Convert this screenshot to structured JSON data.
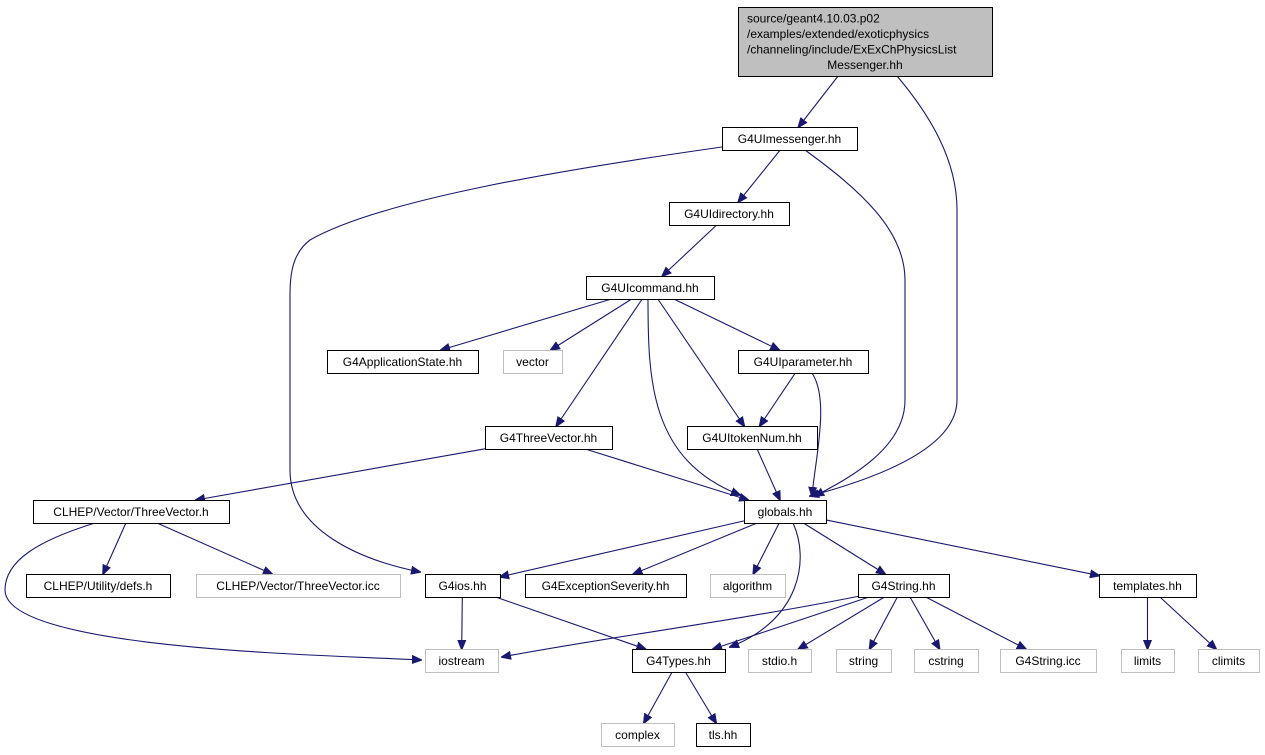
{
  "colors": {
    "edge": "#191970",
    "root_fill": "#bfbfbf",
    "node_border": "#000000",
    "system_border": "#bfbfbf"
  },
  "nodes": [
    {
      "id": "root",
      "lines": [
        "source/geant4.10.03.p02",
        "/examples/extended/exoticphysics",
        "/channeling/include/ExExChPhysicsList",
        "Messenger.hh"
      ],
      "kind": "root"
    },
    {
      "id": "uimessenger",
      "lines": [
        "G4UImessenger.hh"
      ],
      "kind": "file"
    },
    {
      "id": "uidirectory",
      "lines": [
        "G4UIdirectory.hh"
      ],
      "kind": "file"
    },
    {
      "id": "uicommand",
      "lines": [
        "G4UIcommand.hh"
      ],
      "kind": "file"
    },
    {
      "id": "appstate",
      "lines": [
        "G4ApplicationState.hh"
      ],
      "kind": "file"
    },
    {
      "id": "vector",
      "lines": [
        "vector"
      ],
      "kind": "system"
    },
    {
      "id": "uiparameter",
      "lines": [
        "G4UIparameter.hh"
      ],
      "kind": "file"
    },
    {
      "id": "threevector",
      "lines": [
        "G4ThreeVector.hh"
      ],
      "kind": "file"
    },
    {
      "id": "uitokennum",
      "lines": [
        "G4UItokenNum.hh"
      ],
      "kind": "file"
    },
    {
      "id": "clhep_tv",
      "lines": [
        "CLHEP/Vector/ThreeVector.h"
      ],
      "kind": "file"
    },
    {
      "id": "globals",
      "lines": [
        "globals.hh"
      ],
      "kind": "file"
    },
    {
      "id": "clhep_defs",
      "lines": [
        "CLHEP/Utility/defs.h"
      ],
      "kind": "file"
    },
    {
      "id": "clhep_icc",
      "lines": [
        "CLHEP/Vector/ThreeVector.icc"
      ],
      "kind": "system"
    },
    {
      "id": "g4ios",
      "lines": [
        "G4ios.hh"
      ],
      "kind": "file"
    },
    {
      "id": "exsev",
      "lines": [
        "G4ExceptionSeverity.hh"
      ],
      "kind": "file"
    },
    {
      "id": "algorithm",
      "lines": [
        "algorithm"
      ],
      "kind": "system"
    },
    {
      "id": "g4string",
      "lines": [
        "G4String.hh"
      ],
      "kind": "file"
    },
    {
      "id": "templates",
      "lines": [
        "templates.hh"
      ],
      "kind": "file"
    },
    {
      "id": "iostream",
      "lines": [
        "iostream"
      ],
      "kind": "system"
    },
    {
      "id": "g4types",
      "lines": [
        "G4Types.hh"
      ],
      "kind": "file"
    },
    {
      "id": "stdio",
      "lines": [
        "stdio.h"
      ],
      "kind": "system"
    },
    {
      "id": "string",
      "lines": [
        "string"
      ],
      "kind": "system"
    },
    {
      "id": "cstring",
      "lines": [
        "cstring"
      ],
      "kind": "system"
    },
    {
      "id": "stringicc",
      "lines": [
        "G4String.icc"
      ],
      "kind": "system"
    },
    {
      "id": "limits",
      "lines": [
        "limits"
      ],
      "kind": "system"
    },
    {
      "id": "climits",
      "lines": [
        "climits"
      ],
      "kind": "system"
    },
    {
      "id": "complex",
      "lines": [
        "complex"
      ],
      "kind": "system"
    },
    {
      "id": "tls",
      "lines": [
        "tls.hh"
      ],
      "kind": "file"
    }
  ],
  "edges": [
    {
      "from": "root",
      "to": "uimessenger"
    },
    {
      "from": "root",
      "to": "globals"
    },
    {
      "from": "uimessenger",
      "to": "uidirectory"
    },
    {
      "from": "uimessenger",
      "to": "globals"
    },
    {
      "from": "uimessenger",
      "to": "g4ios"
    },
    {
      "from": "uidirectory",
      "to": "uicommand"
    },
    {
      "from": "uicommand",
      "to": "appstate"
    },
    {
      "from": "uicommand",
      "to": "vector"
    },
    {
      "from": "uicommand",
      "to": "uiparameter"
    },
    {
      "from": "uicommand",
      "to": "threevector"
    },
    {
      "from": "uicommand",
      "to": "uitokennum"
    },
    {
      "from": "uicommand",
      "to": "globals"
    },
    {
      "from": "uiparameter",
      "to": "uitokennum"
    },
    {
      "from": "uiparameter",
      "to": "globals"
    },
    {
      "from": "threevector",
      "to": "clhep_tv"
    },
    {
      "from": "threevector",
      "to": "globals"
    },
    {
      "from": "uitokennum",
      "to": "globals"
    },
    {
      "from": "clhep_tv",
      "to": "clhep_defs"
    },
    {
      "from": "clhep_tv",
      "to": "clhep_icc"
    },
    {
      "from": "clhep_tv",
      "to": "iostream"
    },
    {
      "from": "globals",
      "to": "g4ios"
    },
    {
      "from": "globals",
      "to": "exsev"
    },
    {
      "from": "globals",
      "to": "algorithm"
    },
    {
      "from": "globals",
      "to": "g4string"
    },
    {
      "from": "globals",
      "to": "templates"
    },
    {
      "from": "globals",
      "to": "g4types"
    },
    {
      "from": "g4ios",
      "to": "iostream"
    },
    {
      "from": "g4ios",
      "to": "g4types"
    },
    {
      "from": "g4string",
      "to": "iostream"
    },
    {
      "from": "g4string",
      "to": "g4types"
    },
    {
      "from": "g4string",
      "to": "stdio"
    },
    {
      "from": "g4string",
      "to": "string"
    },
    {
      "from": "g4string",
      "to": "cstring"
    },
    {
      "from": "g4string",
      "to": "stringicc"
    },
    {
      "from": "templates",
      "to": "limits"
    },
    {
      "from": "templates",
      "to": "climits"
    },
    {
      "from": "g4types",
      "to": "complex"
    },
    {
      "from": "g4types",
      "to": "tls"
    }
  ]
}
